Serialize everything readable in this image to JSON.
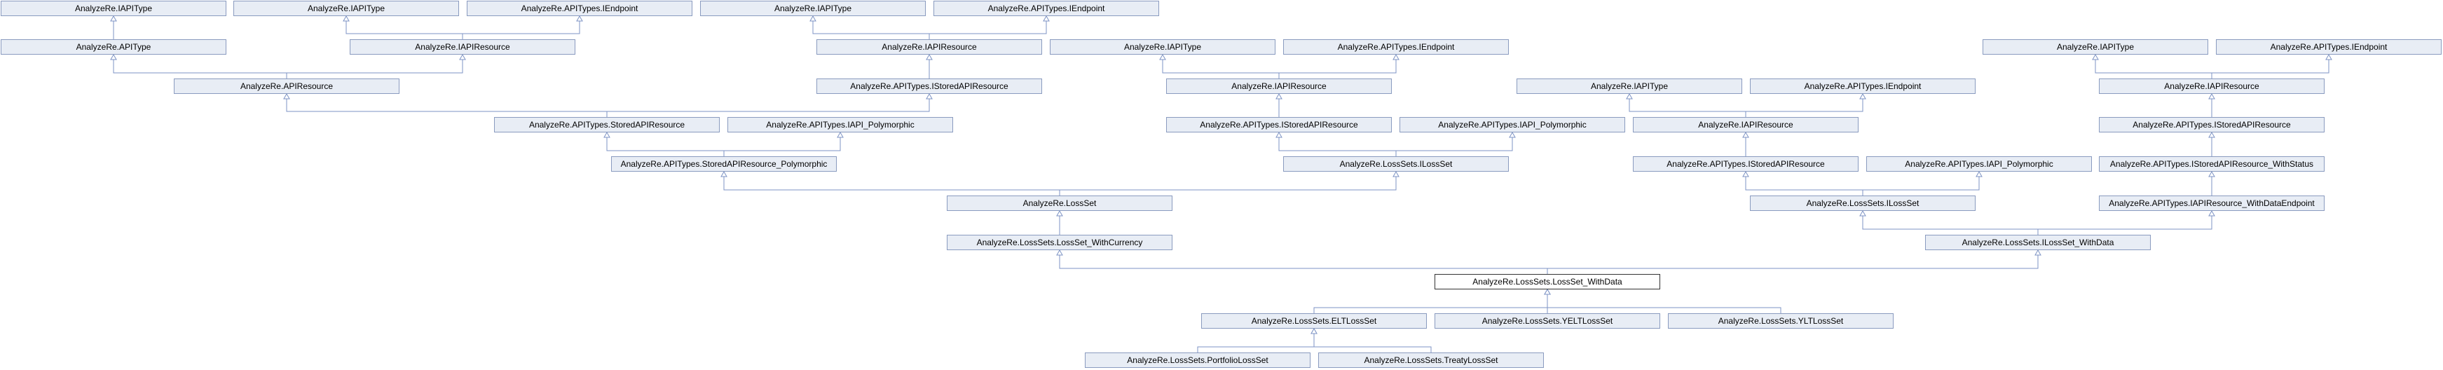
{
  "diagram": {
    "edge_color": "#7d93c4",
    "nodes": {
      "r0a": "AnalyzeRe.IAPIType",
      "r0b": "AnalyzeRe.IAPIType",
      "r0c": "AnalyzeRe.APITypes.IEndpoint",
      "r0d": "AnalyzeRe.IAPIType",
      "r0e": "AnalyzeRe.APITypes.IEndpoint",
      "r1a": "AnalyzeRe.APIType",
      "r1b": "AnalyzeRe.IAPIResource",
      "r1c": "AnalyzeRe.IAPIResource",
      "r1d": "AnalyzeRe.IAPIType",
      "r1e": "AnalyzeRe.APITypes.IEndpoint",
      "r1f": "AnalyzeRe.IAPIType",
      "r1g": "AnalyzeRe.APITypes.IEndpoint",
      "r2a": "AnalyzeRe.APIResource",
      "r2b": "AnalyzeRe.APITypes.IStoredAPIResource",
      "r2c": "AnalyzeRe.IAPIResource",
      "r2d": "AnalyzeRe.IAPIType",
      "r2e": "AnalyzeRe.APITypes.IEndpoint",
      "r2f": "AnalyzeRe.IAPIResource",
      "r3a": "AnalyzeRe.APITypes.StoredAPIResource",
      "r3b": "AnalyzeRe.APITypes.IAPI_Polymorphic",
      "r3c": "AnalyzeRe.APITypes.IStoredAPIResource",
      "r3d": "AnalyzeRe.APITypes.IAPI_Polymorphic",
      "r3e": "AnalyzeRe.IAPIResource",
      "r3f": "AnalyzeRe.APITypes.IStoredAPIResource",
      "r4a": "AnalyzeRe.APITypes.StoredAPIResource_Polymorphic",
      "r4b": "AnalyzeRe.LossSets.ILossSet",
      "r4c": "AnalyzeRe.APITypes.IStoredAPIResource",
      "r4d": "AnalyzeRe.APITypes.IAPI_Polymorphic",
      "r4e": "AnalyzeRe.APITypes.IStoredAPIResource_WithStatus",
      "r5a": "AnalyzeRe.LossSet",
      "r5b": "AnalyzeRe.LossSets.ILossSet",
      "r5c": "AnalyzeRe.APITypes.IAPIResource_WithDataEndpoint",
      "r6a": "AnalyzeRe.LossSets.LossSet_WithCurrency",
      "r6b": "AnalyzeRe.LossSets.ILossSet_WithData",
      "r7a": "AnalyzeRe.LossSets.LossSet_WithData",
      "r8a": "AnalyzeRe.LossSets.ELTLossSet",
      "r8b": "AnalyzeRe.LossSets.YELTLossSet",
      "r8c": "AnalyzeRe.LossSets.YLTLossSet",
      "r9a": "AnalyzeRe.LossSets.PortfolioLossSet",
      "r9b": "AnalyzeRe.LossSets.TreatyLossSet"
    }
  }
}
